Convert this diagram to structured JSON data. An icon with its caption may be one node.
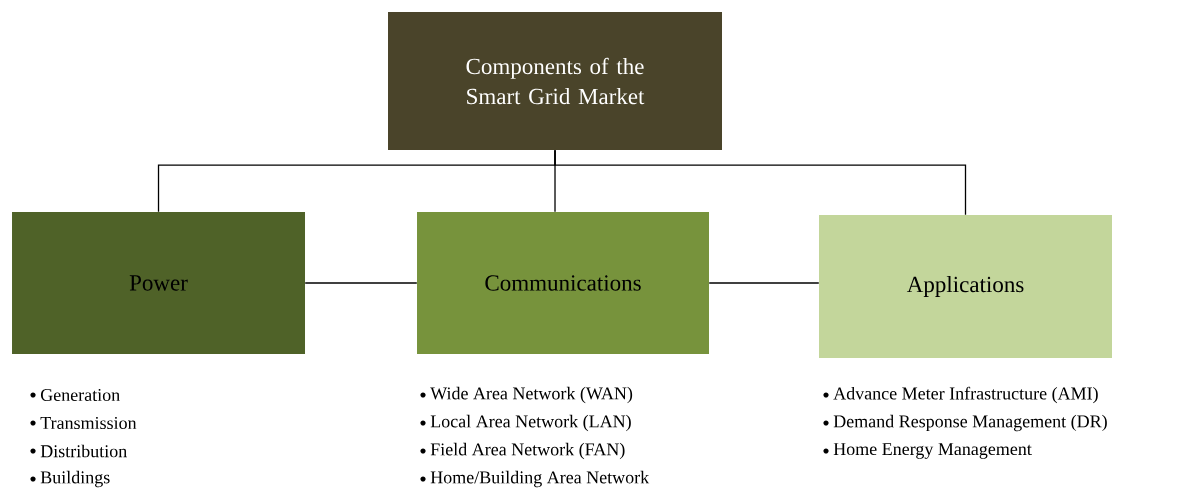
{
  "diagram": {
    "nodes": [
      {
        "text": [
          "Components of the Smart Grid Market"
        ]
      },
      {
        "text": [
          "Power"
        ],
        "beside": [
          "Generation",
          "Transmission",
          "Distribution",
          "Buildings"
        ]
      },
      {
        "text": [
          "Communications"
        ],
        "beside": [
          "Wide Area Network (WAN)",
          "Local Area Network (LAN)",
          "Field Area Network (FAN)",
          "Home/Building Area Network"
        ]
      },
      {
        "text": [
          "Applications"
        ],
        "beside": [
          "Advance Meter Infrastructure (AMI)",
          "Demand Response Management (DR)",
          "Home Energy Management"
        ]
      }
    ],
    "edges": [
      {
        "from": 0,
        "to": 1,
        "arrow": "none"
      },
      {
        "from": 0,
        "to": 2,
        "arrow": "none"
      },
      {
        "from": 0,
        "to": 3,
        "arrow": "none"
      },
      {
        "from": 1,
        "to": 2,
        "arrow": "none"
      },
      {
        "from": 2,
        "to": 3,
        "arrow": "none"
      }
    ]
  }
}
